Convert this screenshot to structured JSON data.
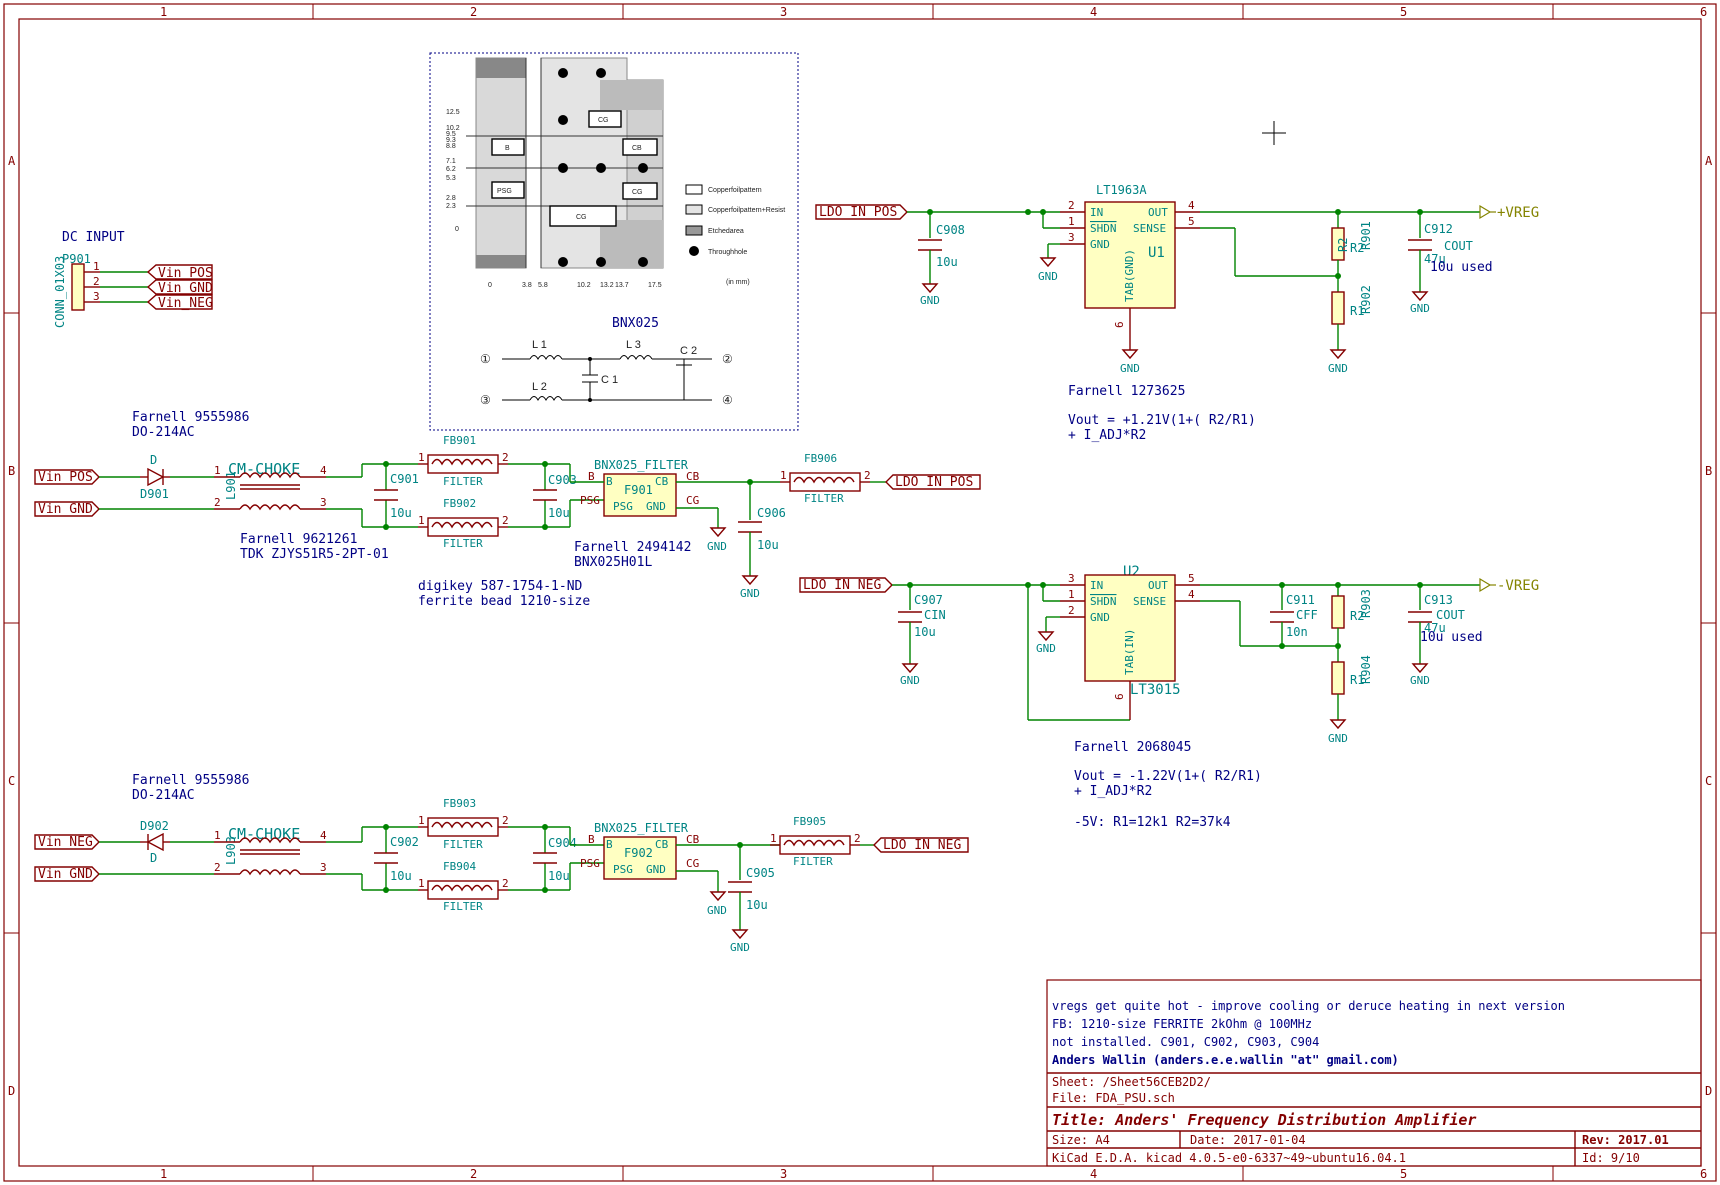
{
  "frame": {
    "cols": [
      "1",
      "2",
      "3",
      "4",
      "5",
      "6"
    ],
    "rows": [
      "A",
      "B",
      "C",
      "D"
    ]
  },
  "dc_input": {
    "title": "DC INPUT",
    "ref": "P901",
    "value": "CONN_01X03",
    "pins": [
      "1",
      "2",
      "3"
    ],
    "labels": [
      "Vin_POS",
      "Vin_GND",
      "Vin_NEG"
    ]
  },
  "bnx_figure": {
    "caption": "BNX025",
    "layout_labels": [
      "B",
      "CB",
      "PSG",
      "CG",
      "CG",
      "CG"
    ],
    "y_ticks": [
      "12.5",
      "10.2",
      "9.5",
      "9.3",
      "8.8",
      "7.1",
      "6.2",
      "5.3",
      "2.8",
      "2.3",
      "0"
    ],
    "x_ticks": [
      "0",
      "3.8",
      "5.8",
      "10.2",
      "13.2",
      "13.7",
      "17.5"
    ],
    "unit": "(in mm)",
    "legend": [
      "Copperfoilpattern",
      "Copperfoilpattern+Resist",
      "Etchedarea",
      "Throughhole"
    ],
    "circuit": {
      "l1": "L 1",
      "l2": "L 2",
      "l3": "L 3",
      "c1": "C 1",
      "c2": "C 2",
      "n1": "①",
      "n2": "②",
      "n3": "③",
      "n4": "④"
    }
  },
  "pos_branch": {
    "farnell_diode": "Farnell 9555986",
    "diode_pkg": "DO-214AC",
    "in_label_pos": "Vin_POS",
    "in_label_gnd": "Vin_GND",
    "diode_ref": "D901",
    "diode_val": "D",
    "choke_val": "CM-CHOKE",
    "choke_ref": "L901",
    "choke_pins": [
      "1",
      "2",
      "3",
      "4"
    ],
    "farnell_choke": "Farnell 9621261",
    "choke_part": "TDK  ZJYS51R5-2PT-01",
    "fb_top": "FB901",
    "fb_bot": "FB902",
    "fb_val": "FILTER",
    "c_a": "C901",
    "c_b": "C903",
    "c_a_val": "10u",
    "c_b_val": "10u",
    "filter_val": "BNX025_FILTER",
    "filter_ref": "F901",
    "filter_pins": {
      "b": "B",
      "cb": "CB",
      "psg": "PSG",
      "gnd": "GND",
      "cg": "CG"
    },
    "filter_inner": {
      "b": "B",
      "cb": "CB",
      "psg": "PSG",
      "gnd": "GND"
    },
    "farnell_filter": "Farnell 2494142",
    "filter_part": "BNX025H01L",
    "digikey": "digikey 587-1754-1-ND",
    "bead_note": "ferrite bead 1210-size",
    "fb_out": "FB906",
    "c_out": "C906",
    "c_out_val": "10u",
    "out_label": "LDO_IN_POS",
    "gnd": "GND"
  },
  "neg_branch": {
    "farnell_diode": "Farnell 9555986",
    "diode_pkg": "DO-214AC",
    "in_label_neg": "Vin_NEG",
    "in_label_gnd": "Vin_GND",
    "diode_ref": "D902",
    "diode_val": "D",
    "choke_val": "CM-CHOKE",
    "choke_ref": "L903",
    "choke_pins": [
      "1",
      "2",
      "3",
      "4"
    ],
    "fb_top": "FB903",
    "fb_bot": "FB904",
    "fb_val": "FILTER",
    "c_a": "C902",
    "c_b": "C904",
    "c_a_val": "10u",
    "c_b_val": "10u",
    "filter_val": "BNX025_FILTER",
    "filter_ref": "F902",
    "filter_pins": {
      "b": "B",
      "cb": "CB",
      "psg": "PSG",
      "gnd": "GND",
      "cg": "CG"
    },
    "fb_out": "FB905",
    "c_out": "C905",
    "c_out_val": "10u",
    "out_label": "LDO_IN_NEG",
    "gnd": "GND"
  },
  "pos_reg": {
    "in_label": "LDO_IN_POS",
    "part": "LT1963A",
    "ref": "U1",
    "pins": {
      "in": "IN",
      "shdn": "SHDN",
      "gnd": "GND",
      "out": "OUT",
      "sense": "SENSE",
      "tab": "TAB(GND)"
    },
    "pin_nums": [
      "2",
      "1",
      "3",
      "4",
      "5",
      "6"
    ],
    "c_in": "C908",
    "c_in_val": "10u",
    "r_top": "R901",
    "r_top_val": "R2",
    "r_bot": "R902",
    "r_bot_val": "R1",
    "c_out": "C912",
    "c_out_val": "COUT",
    "c_out_sub": "47u",
    "c_out_note": "10u used",
    "rail": "+VREG",
    "farnell": "Farnell 1273625",
    "formula1": "Vout = +1.21V(1+( R2/R1)",
    "formula2": "+ I_ADJ*R2",
    "gnd": "GND"
  },
  "neg_reg": {
    "in_label": "LDO_IN_NEG",
    "part": "LT3015",
    "ref": "U2",
    "pins": {
      "in": "IN",
      "shdn": "SHDN",
      "gnd": "GND",
      "out": "OUT",
      "sense": "SENSE",
      "tab": "TAB(IN)"
    },
    "pin_nums": [
      "3",
      "1",
      "2",
      "5",
      "4",
      "6"
    ],
    "c_in": "C907",
    "c_in_val": "CIN",
    "c_in_sub": "10u",
    "c_ff": "C911",
    "c_ff_val": "CFF",
    "c_ff_sub": "10n",
    "r_top": "R903",
    "r_top_val": "R2",
    "r_bot": "R904",
    "r_bot_val": "R1",
    "c_out": "C913",
    "c_out_val": "COUT",
    "c_out_sub": "47u",
    "c_out_note": "10u used",
    "rail": "-VREG",
    "farnell": "Farnell 2068045",
    "formula1": "Vout = -1.22V(1+( R2/R1)",
    "formula2": "+ I_ADJ*R2",
    "note": "-5V: R1=12k1  R2=37k4",
    "gnd": "GND"
  },
  "title_block": {
    "comment1": "vregs get quite hot - improve cooling or deruce heating in next version",
    "comment2": "FB: 1210-size FERRITE 2kOhm @ 100MHz",
    "comment3": "not installed. C901, C902, C903, C904",
    "author": "Anders Wallin (anders.e.e.wallin \"at\" gmail.com)",
    "sheet": "Sheet: /Sheet56CEB2D2/",
    "file": "File: FDA_PSU.sch",
    "title": "Title: Anders' Frequency Distribution Amplifier",
    "size": "Size: A4",
    "date": "Date: 2017-01-04",
    "rev": "Rev: 2017.01",
    "tool": "KiCad E.D.A.  kicad 4.0.5-e0-6337~49~ubuntu16.04.1",
    "id": "Id: 9/10"
  },
  "colors": {
    "wire": "#008400",
    "component": "#840000",
    "text": "#008484",
    "note": "#000084",
    "body_fill": "#ffffc2"
  }
}
